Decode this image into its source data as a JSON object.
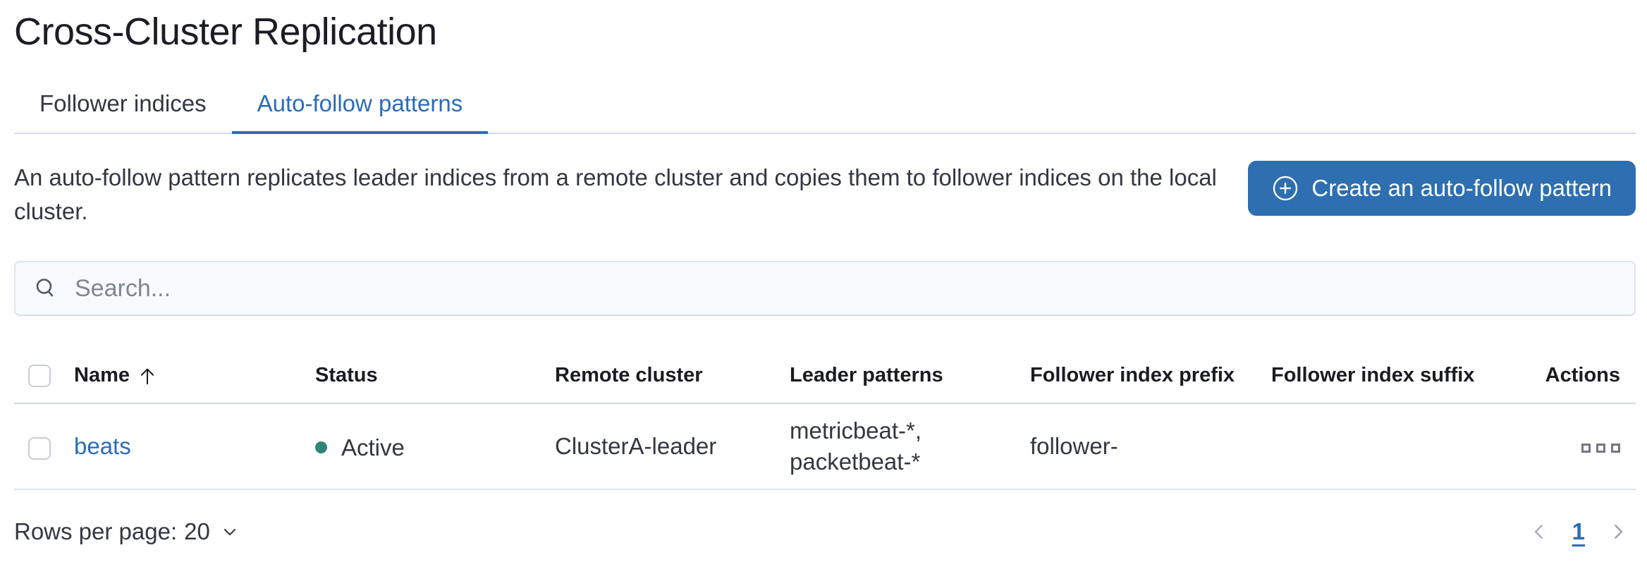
{
  "page": {
    "title": "Cross-Cluster Replication"
  },
  "tabs": [
    {
      "label": "Follower indices",
      "active": false
    },
    {
      "label": "Auto-follow patterns",
      "active": true
    }
  ],
  "description": "An auto-follow pattern replicates leader indices from a remote cluster and copies them to follower indices on the local cluster.",
  "create_button": {
    "label": "Create an auto-follow pattern",
    "icon": "plus-in-circle-icon"
  },
  "search": {
    "placeholder": "Search...",
    "value": "",
    "icon": "search-icon"
  },
  "table": {
    "columns": [
      "Name",
      "Status",
      "Remote cluster",
      "Leader patterns",
      "Follower index prefix",
      "Follower index suffix",
      "Actions"
    ],
    "sort": {
      "column": "Name",
      "direction": "ascending"
    },
    "rows": [
      {
        "name": "beats",
        "status": "Active",
        "status_color": "#2f8577",
        "remote_cluster": "ClusterA-leader",
        "leader_patterns": "metricbeat-*, packetbeat-*",
        "leader_patterns_lines": [
          "metricbeat-*,",
          "packetbeat-*"
        ],
        "follower_index_prefix": "follower-",
        "follower_index_suffix": "",
        "checked": false
      }
    ]
  },
  "footer": {
    "rows_per_page_label": "Rows per page:",
    "rows_per_page_value": "20",
    "pagination": {
      "current_page": "1"
    }
  },
  "colors": {
    "primary_button": "#2d6fb0",
    "link": "#2b6cb8",
    "tab_active": "#2b6cb8",
    "status_active_dot": "#2f8577",
    "divider": "#d3dae6"
  }
}
